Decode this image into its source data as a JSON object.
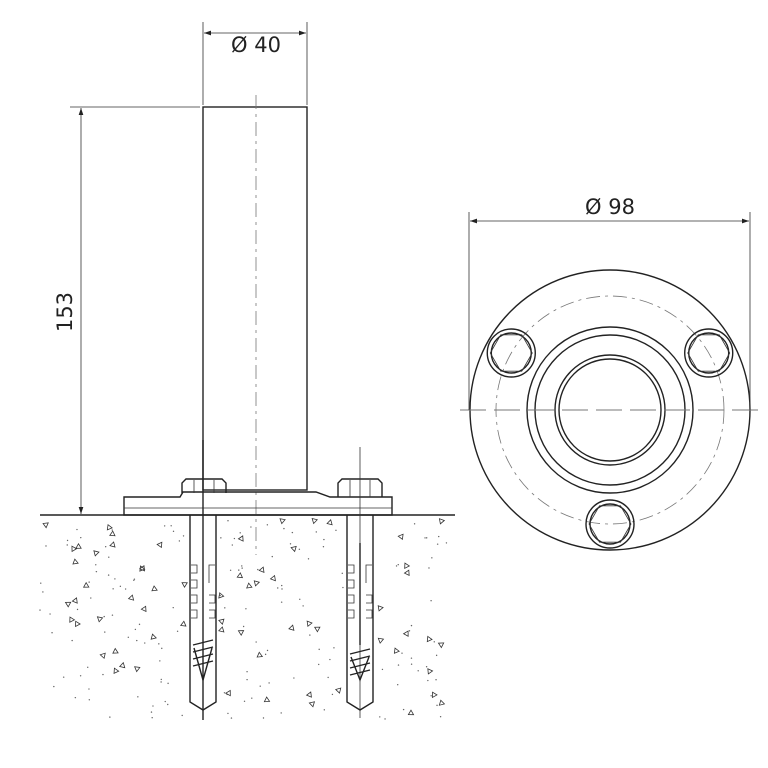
{
  "dimensions": {
    "pipe_diameter": "Ø 40",
    "height": "153",
    "base_diameter": "Ø 98"
  },
  "colors": {
    "line": "#222222",
    "centerline": "#777777"
  }
}
